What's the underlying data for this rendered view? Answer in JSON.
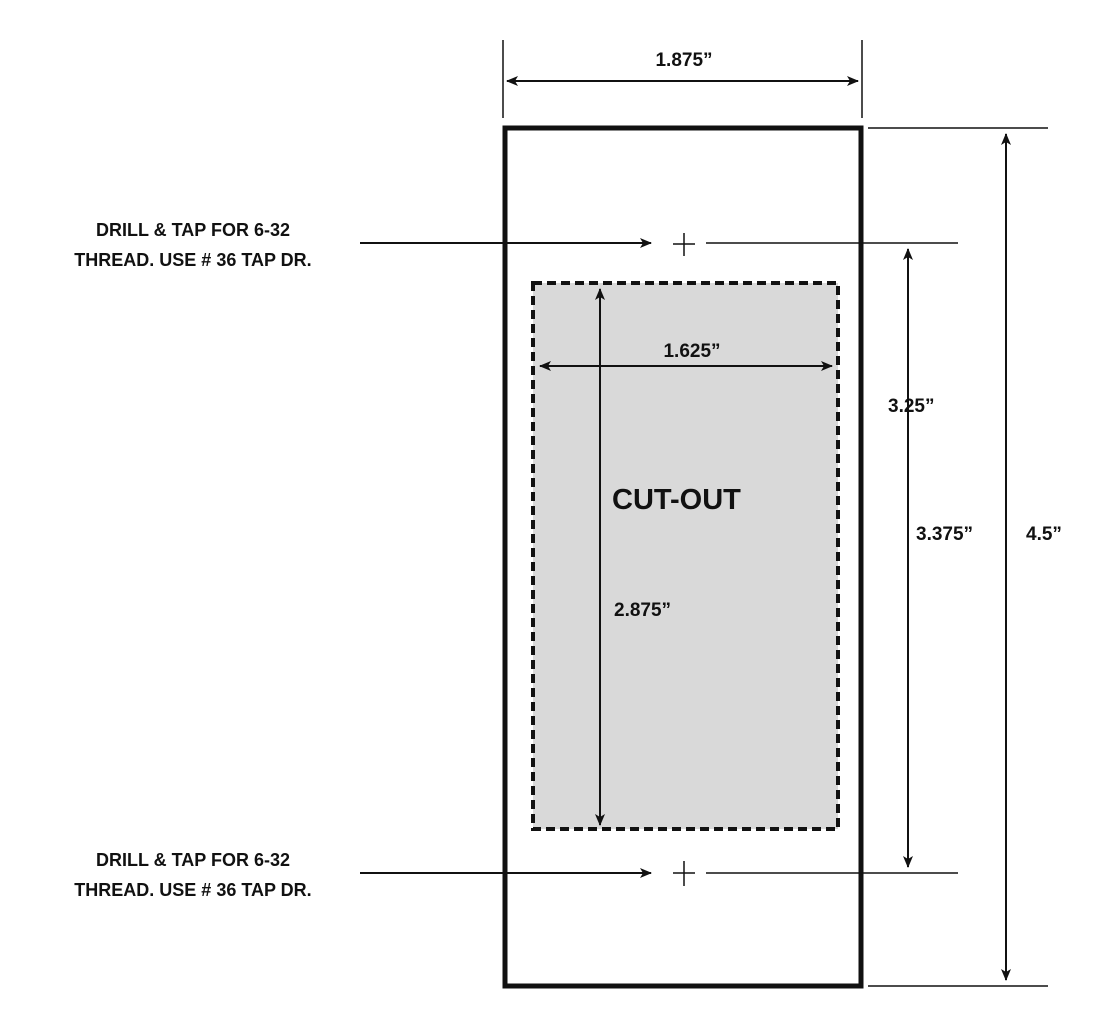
{
  "colors": {
    "line": "#111111",
    "cutout_fill": "#d9d9d9",
    "background": "#ffffff"
  },
  "dimensions": {
    "panel_width": "1.875”",
    "cutout_width": "1.625”",
    "cutout_height": "2.875”",
    "hole_spacing": "3.25”",
    "hole_to_bottom": "3.375”",
    "panel_height": "4.5”"
  },
  "cutout_label": "CUT-OUT",
  "notes": {
    "top": {
      "line1": "DRILL & TAP FOR 6-32",
      "line2": "THREAD. USE # 36 TAP DR."
    },
    "bottom": {
      "line1": "DRILL & TAP FOR 6-32",
      "line2": "THREAD. USE # 36 TAP DR."
    }
  },
  "icons": {
    "hole_marker": "crosshair-plus",
    "arrowhead": "filled-triangle"
  }
}
